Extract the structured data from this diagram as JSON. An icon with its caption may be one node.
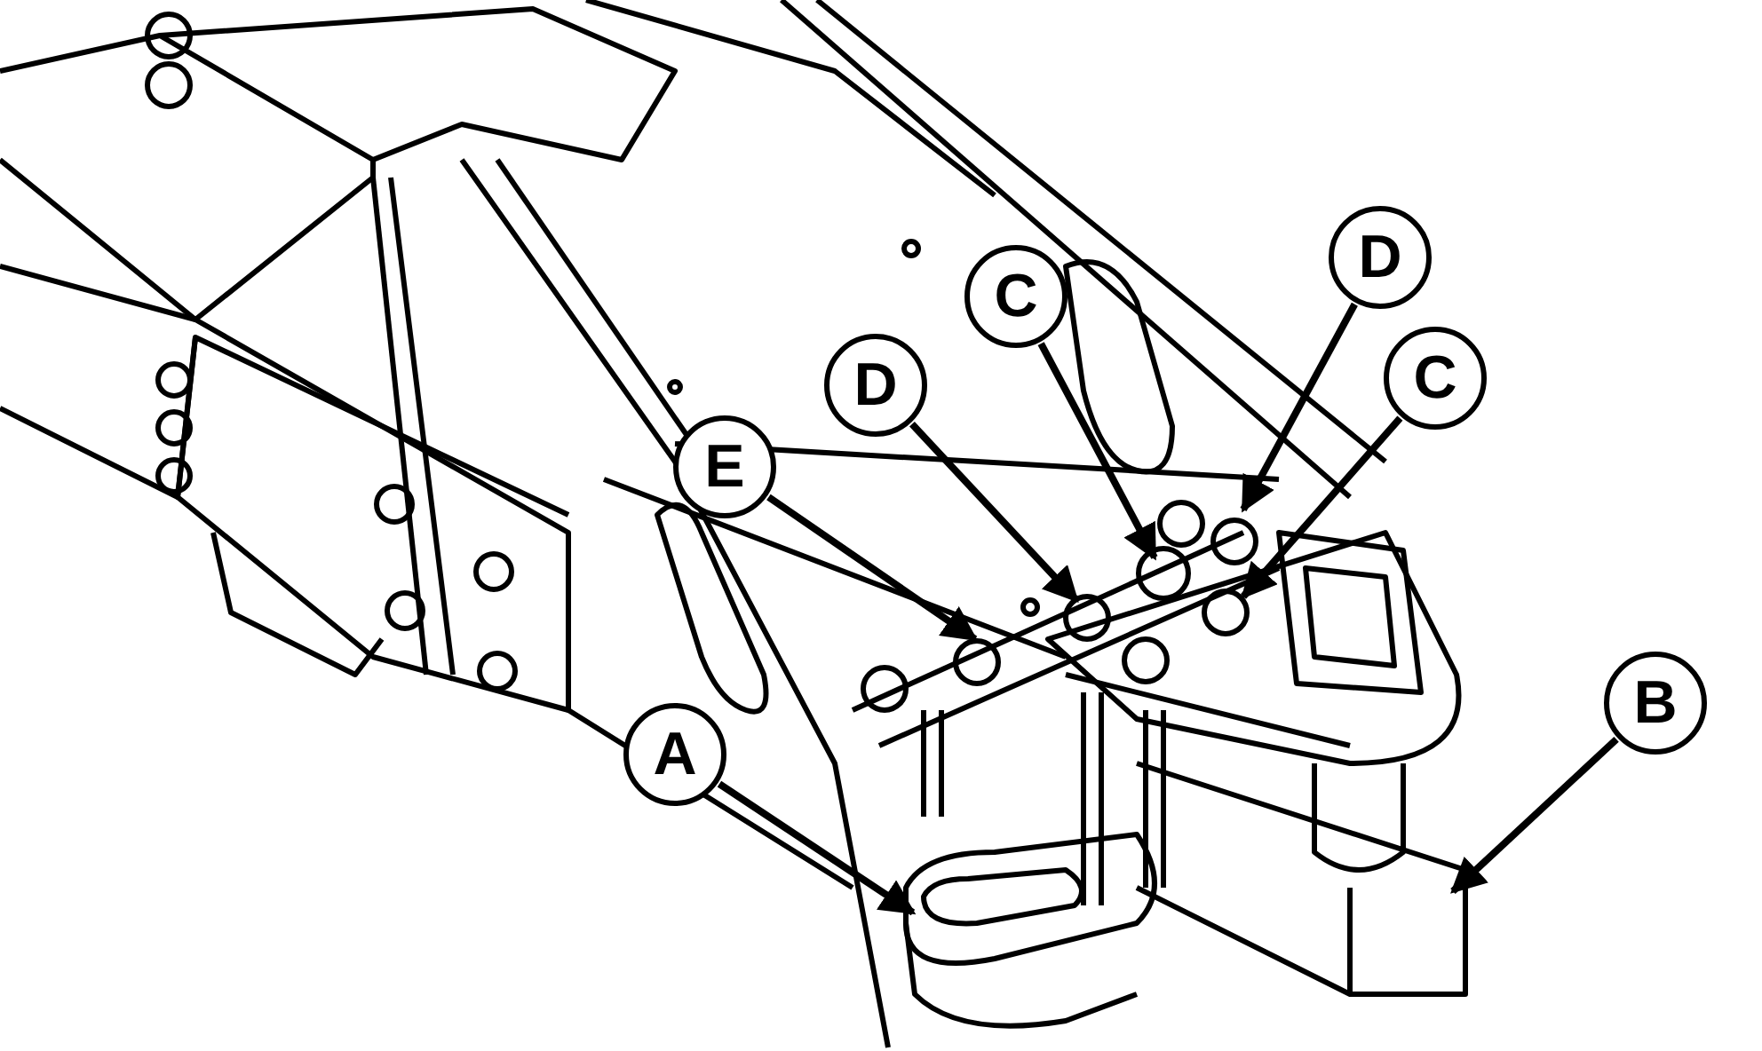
{
  "diagram": {
    "nodes": [
      {
        "text": [
          "D"
        ]
      },
      {
        "text": [
          "C"
        ]
      },
      {
        "text": [
          "C"
        ]
      },
      {
        "text": [
          "D"
        ]
      },
      {
        "text": [
          "E"
        ]
      },
      {
        "text": [
          "B"
        ]
      },
      {
        "text": [
          "A"
        ]
      }
    ],
    "edges": [
      {
        "from": 0,
        "to": null,
        "arrow": "to"
      },
      {
        "from": 1,
        "to": null,
        "arrow": "to"
      },
      {
        "from": 2,
        "to": null,
        "arrow": "to"
      },
      {
        "from": 3,
        "to": null,
        "arrow": "to"
      },
      {
        "from": 4,
        "to": null,
        "arrow": "to"
      },
      {
        "from": 5,
        "to": null,
        "arrow": "to"
      },
      {
        "from": 6,
        "to": null,
        "arrow": "to"
      }
    ]
  }
}
